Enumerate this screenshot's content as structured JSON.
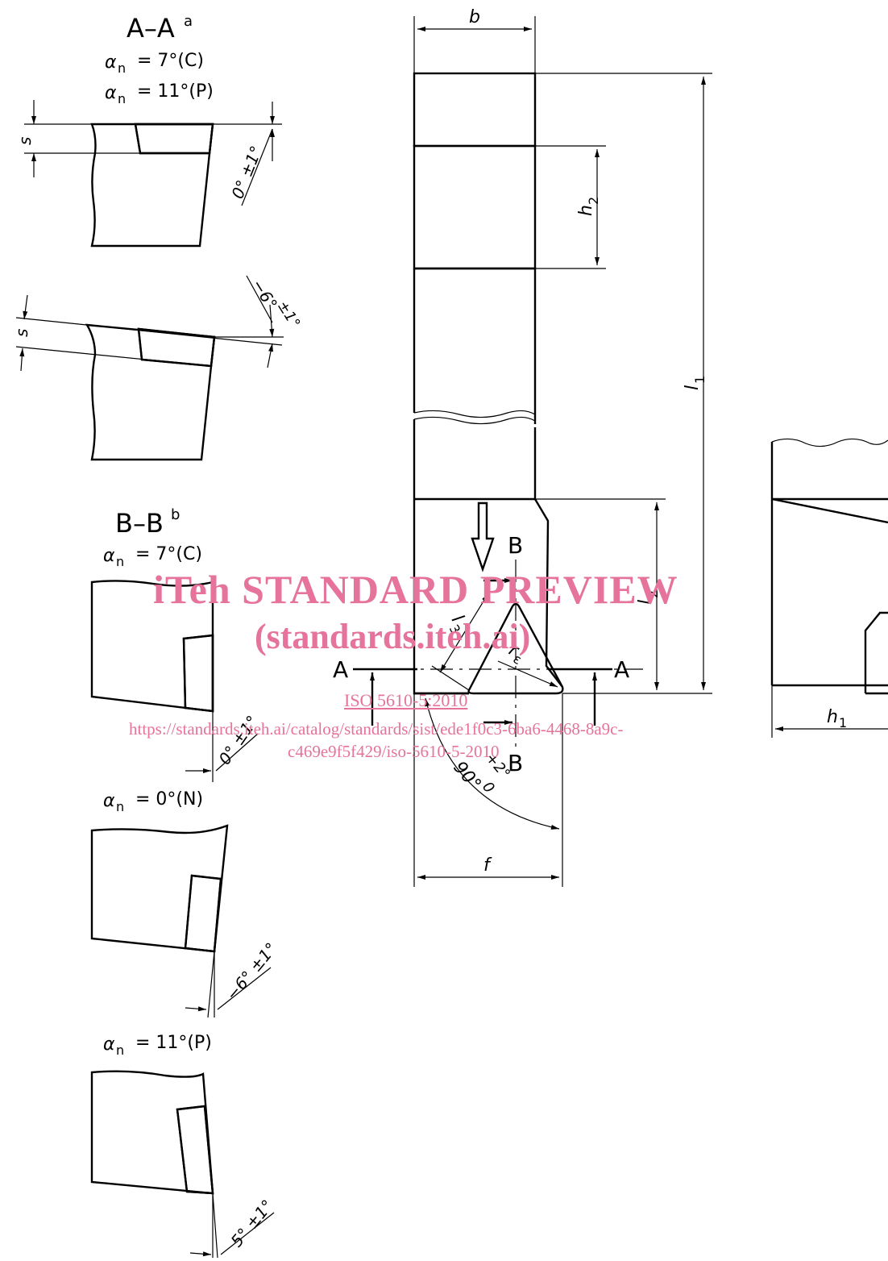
{
  "sections": {
    "aa": {
      "title": "A–A",
      "note": "a",
      "alpha_c": "α",
      "alpha_c_sub": "n",
      "alpha_c_val": "= 7°(C)",
      "alpha_p": "α",
      "alpha_p_sub": "n",
      "alpha_p_val": "= 11°(P)",
      "s_top": "s",
      "s_bottom": "s",
      "angle_0": "0° ±1°",
      "angle_neg6": "−6°",
      "angle_neg6_tol": "±1°"
    },
    "bb": {
      "title": "B–B",
      "note": "b",
      "alpha_c": "α",
      "alpha_c_sub": "n",
      "alpha_c_val": "= 7°(C)",
      "angle_0": "0° ±1°",
      "alpha_n": "α",
      "alpha_n_sub": "n",
      "alpha_n_val": "= 0°(N)",
      "angle_neg6": "−6° ±1°",
      "alpha_p": "α",
      "alpha_p_sub": "n",
      "alpha_p_val": "= 11°(P)",
      "angle_5": "5° ±1°"
    }
  },
  "main_view": {
    "b": "b",
    "h2": "h",
    "h2_sub": "2",
    "l1": "l",
    "l1_sub": "1",
    "l2": "l",
    "l2_sub": "2",
    "l3": "l",
    "l3_sub": "3",
    "r": "r",
    "r_sub": "ε",
    "f": "f",
    "cut_a_left": "A",
    "cut_a_right": "A",
    "cut_b_top": "B",
    "cut_b_bottom": "B",
    "angle_90": "90°",
    "angle_90_tol_upper": "+2°",
    "angle_90_tol_lower": "0"
  },
  "side_view": {
    "h1": "h",
    "h1_sub": "1"
  },
  "watermark": {
    "title": "iTeh STANDARD PREVIEW",
    "subtitle": "(standards.iteh.ai)",
    "iso": "ISO 5610-5:2010",
    "url_line1": "https://standards.iteh.ai/catalog/standards/sist/ede1f0c3-6ba6-4468-8a9c-",
    "url_line2": "c469e9f5f429/iso-5610-5-2010"
  }
}
